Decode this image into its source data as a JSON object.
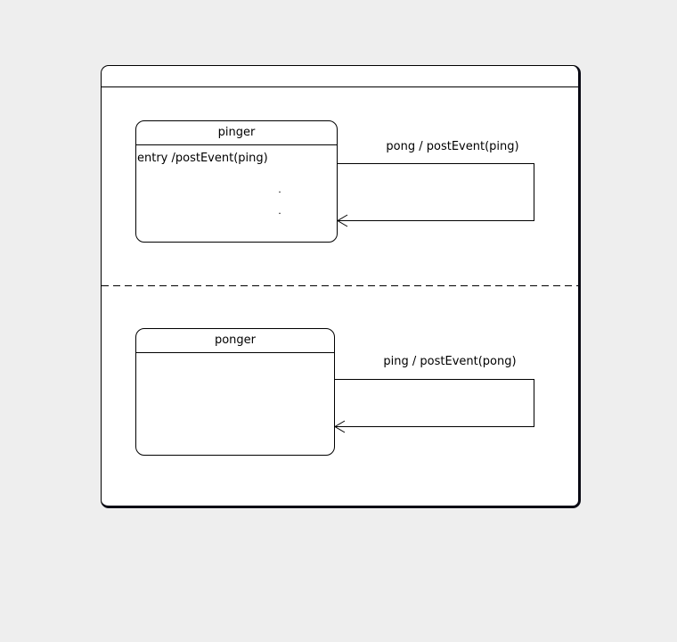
{
  "diagram": {
    "type": "uml-statechart",
    "background_color": "#eeeeee",
    "window_fill_color": "#ffffff",
    "line_color": "#000000",
    "shadow_color": "#0a0a14",
    "states": [
      {
        "title": "pinger",
        "entry_action": "entry /postEvent(ping)",
        "dots": [
          "·",
          "·"
        ]
      },
      {
        "title": "ponger"
      }
    ],
    "transitions": [
      {
        "from": "pinger",
        "to": "pinger",
        "label": "pong / postEvent(ping)"
      },
      {
        "from": "ponger",
        "to": "ponger",
        "label": "ping / postEvent(pong)"
      }
    ]
  }
}
